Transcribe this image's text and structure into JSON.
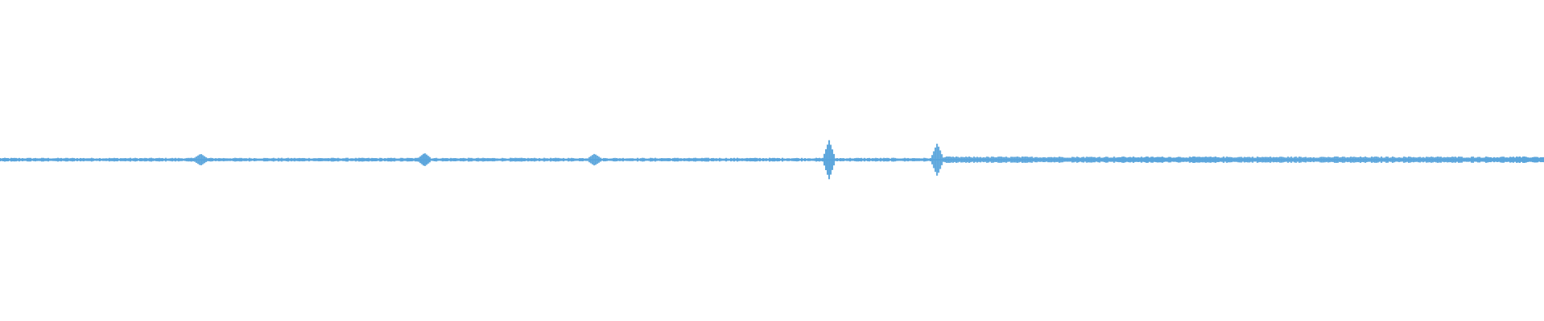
{
  "waveform": {
    "color": "#5aa5dc",
    "background": "#ffffff",
    "sample_count": 960,
    "baseline_amplitude": 0.012,
    "peaks": [
      {
        "position": 0.537,
        "amplitude": 0.11
      },
      {
        "position": 0.607,
        "amplitude": 0.09
      },
      {
        "position": 0.275,
        "amplitude": 0.03
      },
      {
        "position": 0.13,
        "amplitude": 0.025
      },
      {
        "position": 0.385,
        "amplitude": 0.025
      }
    ],
    "tail_start": 0.61,
    "tail_amplitude": 0.02
  }
}
